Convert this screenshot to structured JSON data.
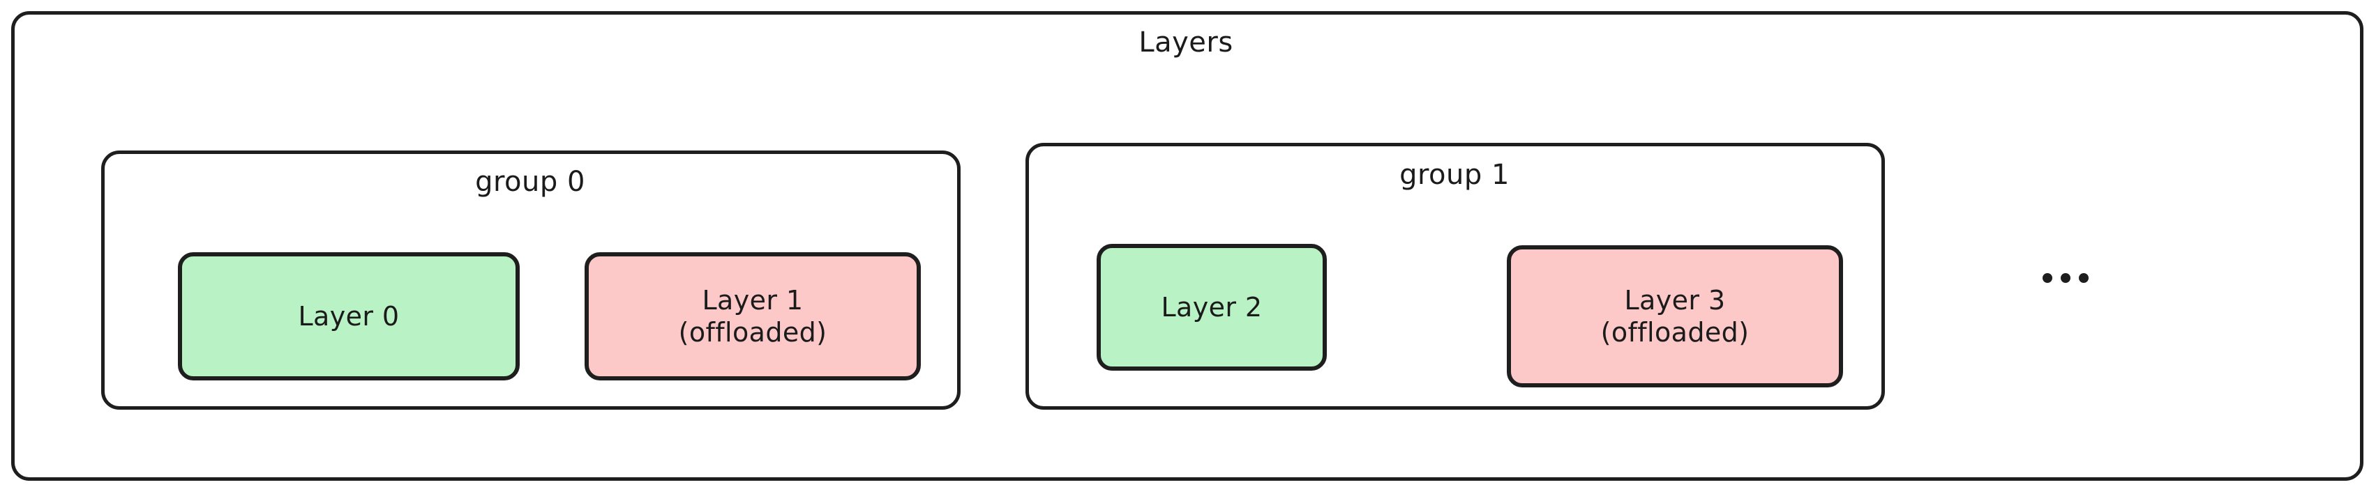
{
  "diagram": {
    "title": "Layers",
    "background_color": "#ffffff",
    "stroke_color": "#1e1e1e",
    "colors": {
      "resident": "#b9f2c4",
      "offloaded": "#fcc8c8",
      "text": "#1b1b1b"
    },
    "groups": [
      {
        "label": "group 0",
        "layers": [
          {
            "name": "Layer 0",
            "state": "",
            "text": "Layer 0",
            "fill": "#b9f2c4"
          },
          {
            "name": "Layer 1",
            "state": "(offloaded)",
            "text": "Layer 1\n(offloaded)",
            "fill": "#fcc8c8"
          }
        ]
      },
      {
        "label": "group 1",
        "layers": [
          {
            "name": "Layer 2",
            "state": "",
            "text": "Layer 2",
            "fill": "#b9f2c4"
          },
          {
            "name": "Layer 3",
            "state": "(offloaded)",
            "text": "Layer 3\n(offloaded)",
            "fill": "#fcc8c8"
          }
        ]
      }
    ],
    "continuation": {
      "symbol": "...",
      "meaning": "more groups follow"
    }
  }
}
